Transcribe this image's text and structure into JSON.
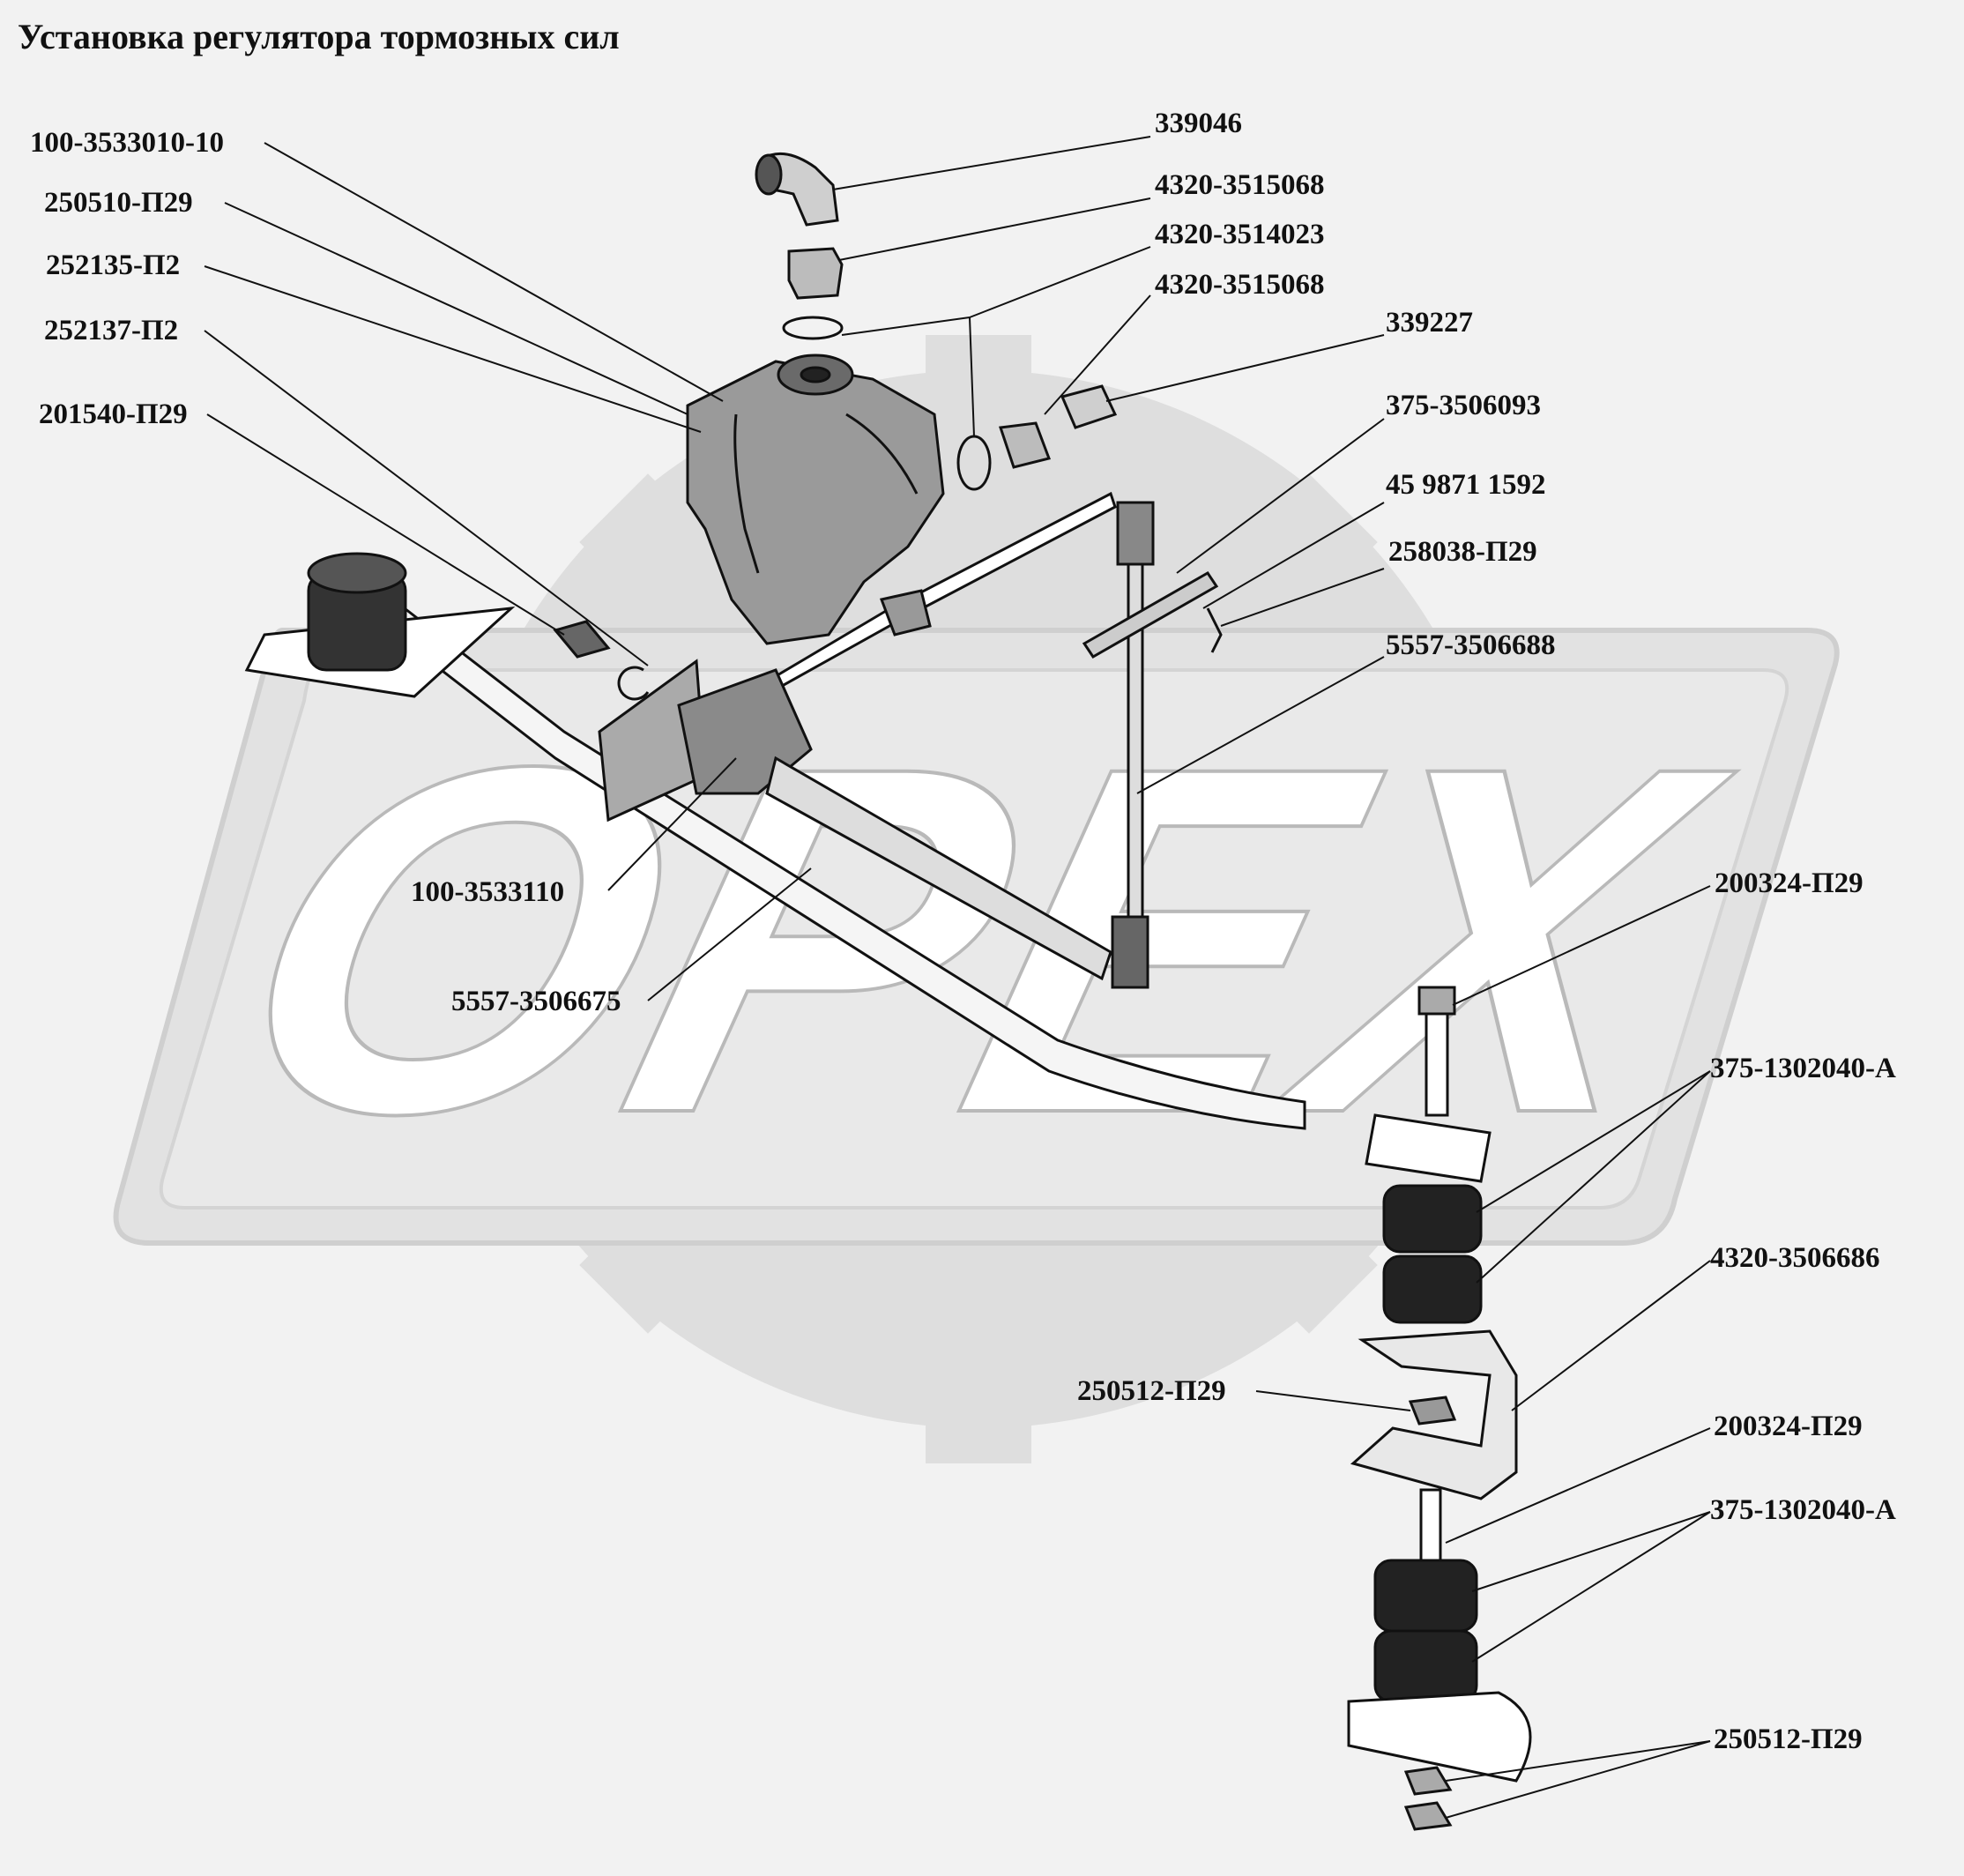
{
  "title": "Установка регулятора тормозных сил",
  "watermark": {
    "text": "OPEX",
    "color": "#d6d6d6"
  },
  "callouts": {
    "c339046": "339046",
    "c4320_3515068_a": "4320-3515068",
    "c4320_3514023": "4320-3514023",
    "c4320_3515068_b": "4320-3515068",
    "c339227": "339227",
    "c375_3506093": "375-3506093",
    "c45_9871_1592": "45 9871 1592",
    "c258038": "258038-П29",
    "c5557_3506688": "5557-3506688",
    "c100_3533010": "100-3533010-10",
    "c250510": "250510-П29",
    "c252135": "252135-П2",
    "c252137": "252137-П2",
    "c201540": "201540-П29",
    "c100_3533110": "100-3533110",
    "c5557_3506675": "5557-3506675",
    "c200324_a": "200324-П29",
    "c375_1302040_a": "375-1302040-А",
    "c4320_3506686": "4320-3506686",
    "c250512_a": "250512-П29",
    "c200324_b": "200324-П29",
    "c375_1302040_b": "375-1302040-А",
    "c250512_b": "250512-П29"
  }
}
